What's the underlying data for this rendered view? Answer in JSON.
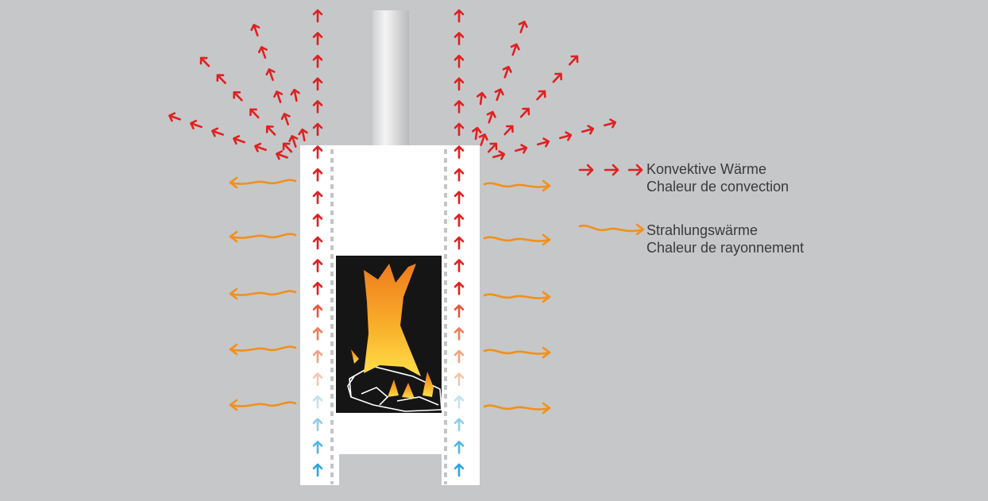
{
  "legend": {
    "convection": {
      "label_de": "Konvektive Wärme",
      "label_fr": "Chaleur de convection",
      "color": "#e02020",
      "icon": "red-arrow-icon"
    },
    "radiation": {
      "label_de": "Strahlungswärme",
      "label_fr": "Chaleur de rayonnement",
      "color": "#f0901c",
      "icon": "wavy-arrow-icon"
    }
  },
  "colors": {
    "background": "#c6c7c9",
    "stove_body": "#ffffff",
    "firebox": "#161515",
    "flame_light": "#ffd23a",
    "flame_dark": "#ec7a1c",
    "air_cold": "#2aa7e0",
    "air_hot": "#e02020"
  }
}
